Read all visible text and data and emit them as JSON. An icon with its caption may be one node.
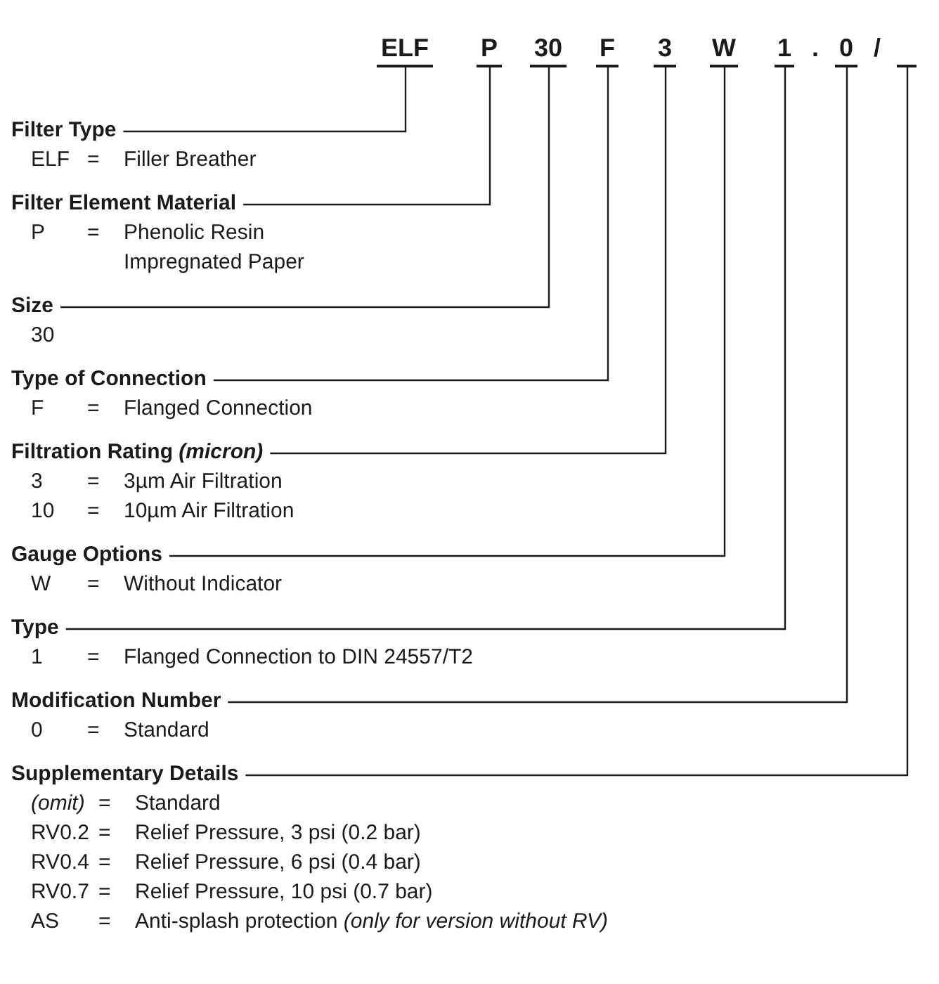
{
  "diagram": {
    "nodes": [
      {
        "text": [
          "ELF"
        ]
      },
      {
        "text": [
          "P"
        ]
      },
      {
        "text": [
          "30"
        ]
      },
      {
        "text": [
          "F"
        ]
      },
      {
        "text": [
          "3"
        ]
      },
      {
        "text": [
          "W"
        ]
      },
      {
        "text": [
          "1"
        ]
      },
      {
        "text": [
          "0"
        ]
      },
      {
        "text": [],
        "shape": "bar"
      },
      {
        "text": [
          "Filter Type"
        ]
      },
      {
        "text": [
          "Filter Element Material"
        ]
      },
      {
        "text": [
          "Size"
        ]
      },
      {
        "text": [
          "Type of Connection"
        ]
      },
      {
        "text": [
          "Filtration Rating *(micron)*"
        ]
      },
      {
        "text": [
          "Gauge Options"
        ]
      },
      {
        "text": [
          "Type"
        ]
      },
      {
        "text": [
          "Modification Number"
        ]
      },
      {
        "text": [
          "Supplementary Details"
        ]
      }
    ],
    "edges": [
      {
        "from": 9,
        "to": 0,
        "arrow": "none"
      },
      {
        "from": 10,
        "to": 1,
        "arrow": "none"
      },
      {
        "from": 11,
        "to": 2,
        "arrow": "none"
      },
      {
        "from": 12,
        "to": 3,
        "arrow": "none"
      },
      {
        "from": 13,
        "to": 4,
        "arrow": "none"
      },
      {
        "from": 14,
        "to": 5,
        "arrow": "none"
      },
      {
        "from": 15,
        "to": 6,
        "arrow": "none"
      },
      {
        "from": 16,
        "to": 7,
        "arrow": "none"
      },
      {
        "from": 17,
        "to": 8,
        "arrow": "none"
      }
    ],
    "labels": [
      ".",
      "/",
      "ELF",
      "=",
      "Filler Breather",
      "P",
      "=",
      "Phenolic Resin Impregnated Paper",
      "30",
      "F",
      "=",
      "Flanged Connection",
      "3",
      "=",
      "3µm Air Filtration",
      "10",
      "=",
      "10µm Air Filtration",
      "W",
      "=",
      "Without Indicator",
      "1",
      "=",
      "Flanged Connection to DIN 24557/T2",
      "0",
      "=",
      "Standard",
      "*(omit)*",
      "=",
      "Standard",
      "RV0.2",
      "=",
      "Relief Pressure, 3 psi (0.2 bar)",
      "RV0.4",
      "=",
      "Relief Pressure, 6 psi (0.4 bar)",
      "RV0.7",
      "=",
      "Relief Pressure, 10 psi (0.7 bar)",
      "AS",
      "=",
      "Anti-splash protection *(only for version without RV)*"
    ]
  }
}
